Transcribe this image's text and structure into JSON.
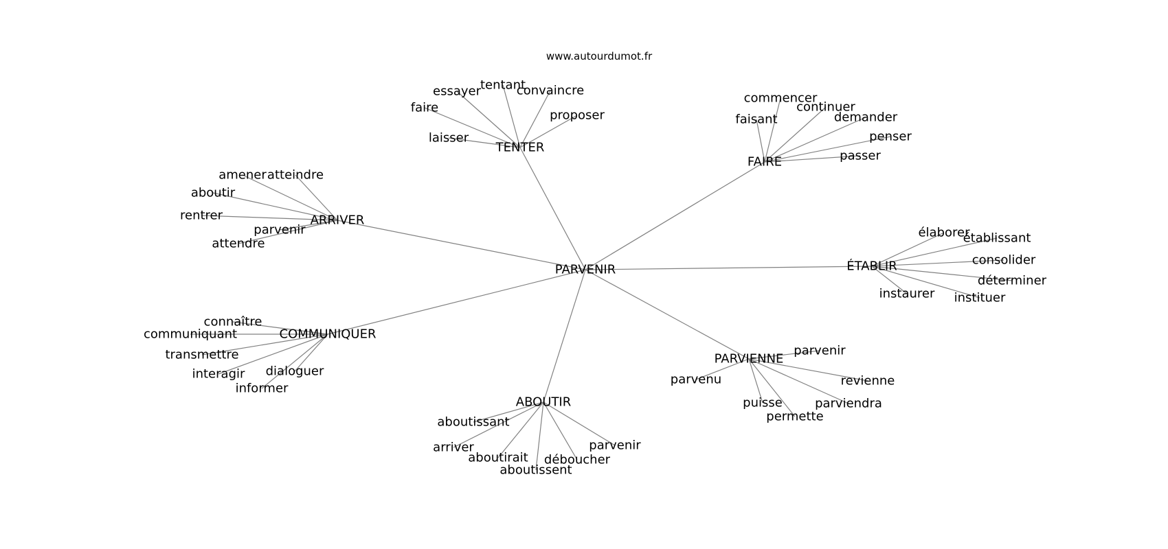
{
  "source": "www.autourdumot.fr",
  "graph": {
    "root": "PARVENIR",
    "groups": [
      {
        "hub": "TENTER",
        "words": [
          "essayer",
          "tentant",
          "convaincre",
          "faire",
          "proposer",
          "laisser"
        ]
      },
      {
        "hub": "FAIRE",
        "words": [
          "commencer",
          "faisant",
          "continuer",
          "demander",
          "penser",
          "passer"
        ]
      },
      {
        "hub": "ARRIVER",
        "words": [
          "amener",
          "atteindre",
          "aboutir",
          "rentrer",
          "parvenir",
          "attendre"
        ]
      },
      {
        "hub": "ÉTABLIR",
        "words": [
          "élaborer",
          "établissant",
          "consolider",
          "déterminer",
          "instaurer",
          "instituer"
        ]
      },
      {
        "hub": "COMMUNIQUER",
        "words": [
          "connaître",
          "communiquant",
          "transmettre",
          "interagir",
          "dialoguer",
          "informer"
        ]
      },
      {
        "hub": "PARVIENNE",
        "words": [
          "parvenir",
          "parvenu",
          "revienne",
          "puisse",
          "parviendra",
          "permette"
        ]
      },
      {
        "hub": "ABOUTIR",
        "words": [
          "aboutissant",
          "arriver",
          "aboutirait",
          "déboucher",
          "parvenir",
          "aboutissent"
        ]
      }
    ]
  }
}
